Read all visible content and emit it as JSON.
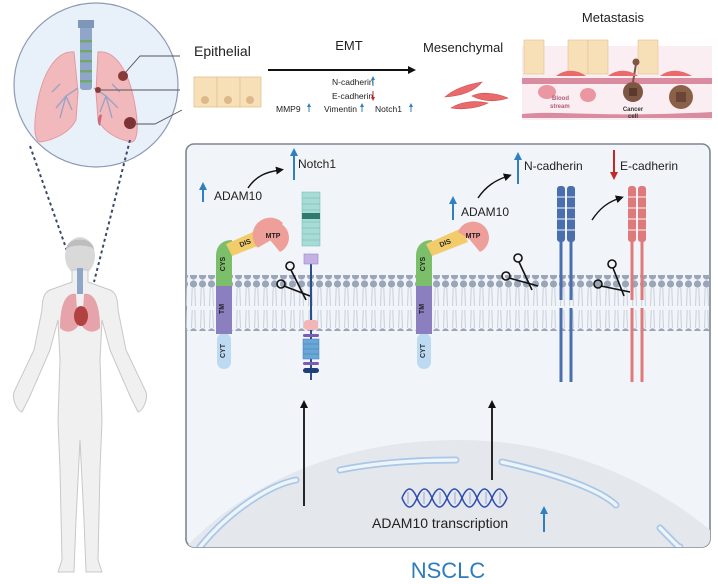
{
  "figure": {
    "title_bottom": "NSCLC",
    "colors": {
      "up_arrow": "#2f7fc1",
      "down_arrow": "#c62828",
      "ncadherin": "#4a6fb0",
      "ecadherin": "#e07a7a",
      "panel_bg": "#f1f4f9",
      "panel_border": "#7d8696",
      "nsclc_text": "#2e7bbd"
    }
  },
  "emt": {
    "stage_epithelial": "Epithelial",
    "process_label": "EMT",
    "stage_mesenchymal": "Mesenchymal",
    "stage_metastasis": "Metastasis",
    "markers": [
      {
        "name": "N-cadherin",
        "direction": "up"
      },
      {
        "name": "E-cadherin",
        "direction": "down"
      },
      {
        "name": "MMP9",
        "direction": "up"
      },
      {
        "name": "Vimentin",
        "direction": "up"
      },
      {
        "name": "Notch1",
        "direction": "up"
      }
    ],
    "metastasis_labels": {
      "blood": "Blood stream",
      "blood_line1": "Blood",
      "blood_line2": "stream",
      "cancer_line1": "Cancer",
      "cancer_line2": "cell"
    }
  },
  "mechanism": {
    "left": {
      "enzyme_label": "ADAM10",
      "enzyme_direction": "up",
      "substrate_label": "Notch1",
      "substrate_direction": "up"
    },
    "right": {
      "enzyme_label": "ADAM10",
      "enzyme_direction": "up",
      "substrate1_label": "N-cadherin",
      "substrate1_direction": "up",
      "substrate2_label": "E-cadherin",
      "substrate2_direction": "down"
    },
    "domains": [
      "MTP",
      "DIS",
      "CYS",
      "TM",
      "CYT"
    ],
    "nucleus_label": "ADAM10  transcription",
    "nucleus_direction": "up"
  }
}
